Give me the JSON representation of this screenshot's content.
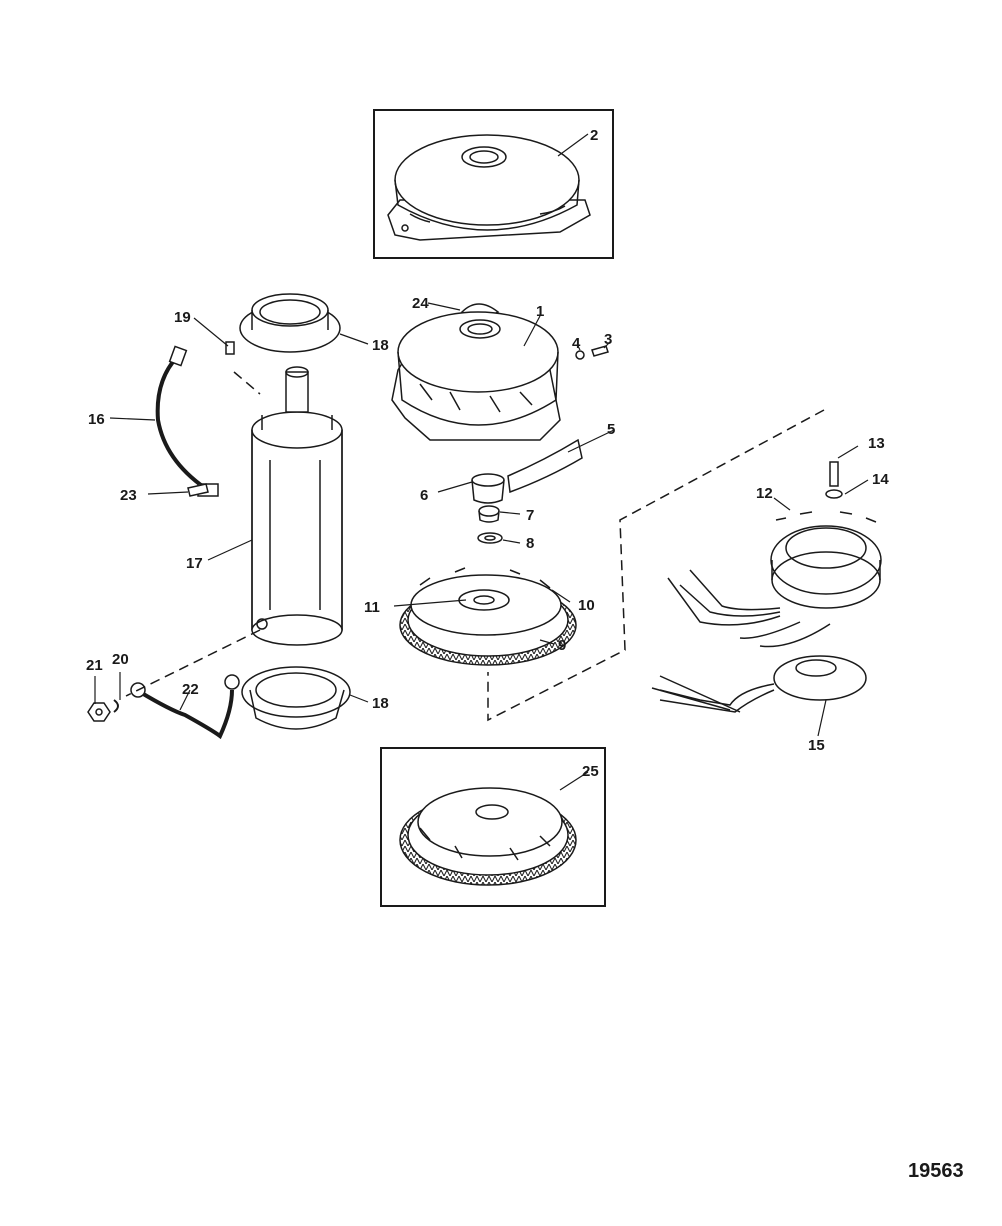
{
  "figure_number": "19563",
  "callouts": {
    "c1": "1",
    "c2": "2",
    "c3": "3",
    "c4": "4",
    "c5": "5",
    "c6": "6",
    "c7": "7",
    "c8": "8",
    "c9": "9",
    "c10": "10",
    "c11": "11",
    "c12": "12",
    "c13": "13",
    "c14": "14",
    "c15": "15",
    "c16": "16",
    "c17": "17",
    "c18a": "18",
    "c18b": "18",
    "c19": "19",
    "c20": "20",
    "c21": "21",
    "c22": "22",
    "c23": "23",
    "c24": "24",
    "c25": "25"
  },
  "colors": {
    "ink": "#1a1a1a",
    "paper": "#ffffff"
  }
}
